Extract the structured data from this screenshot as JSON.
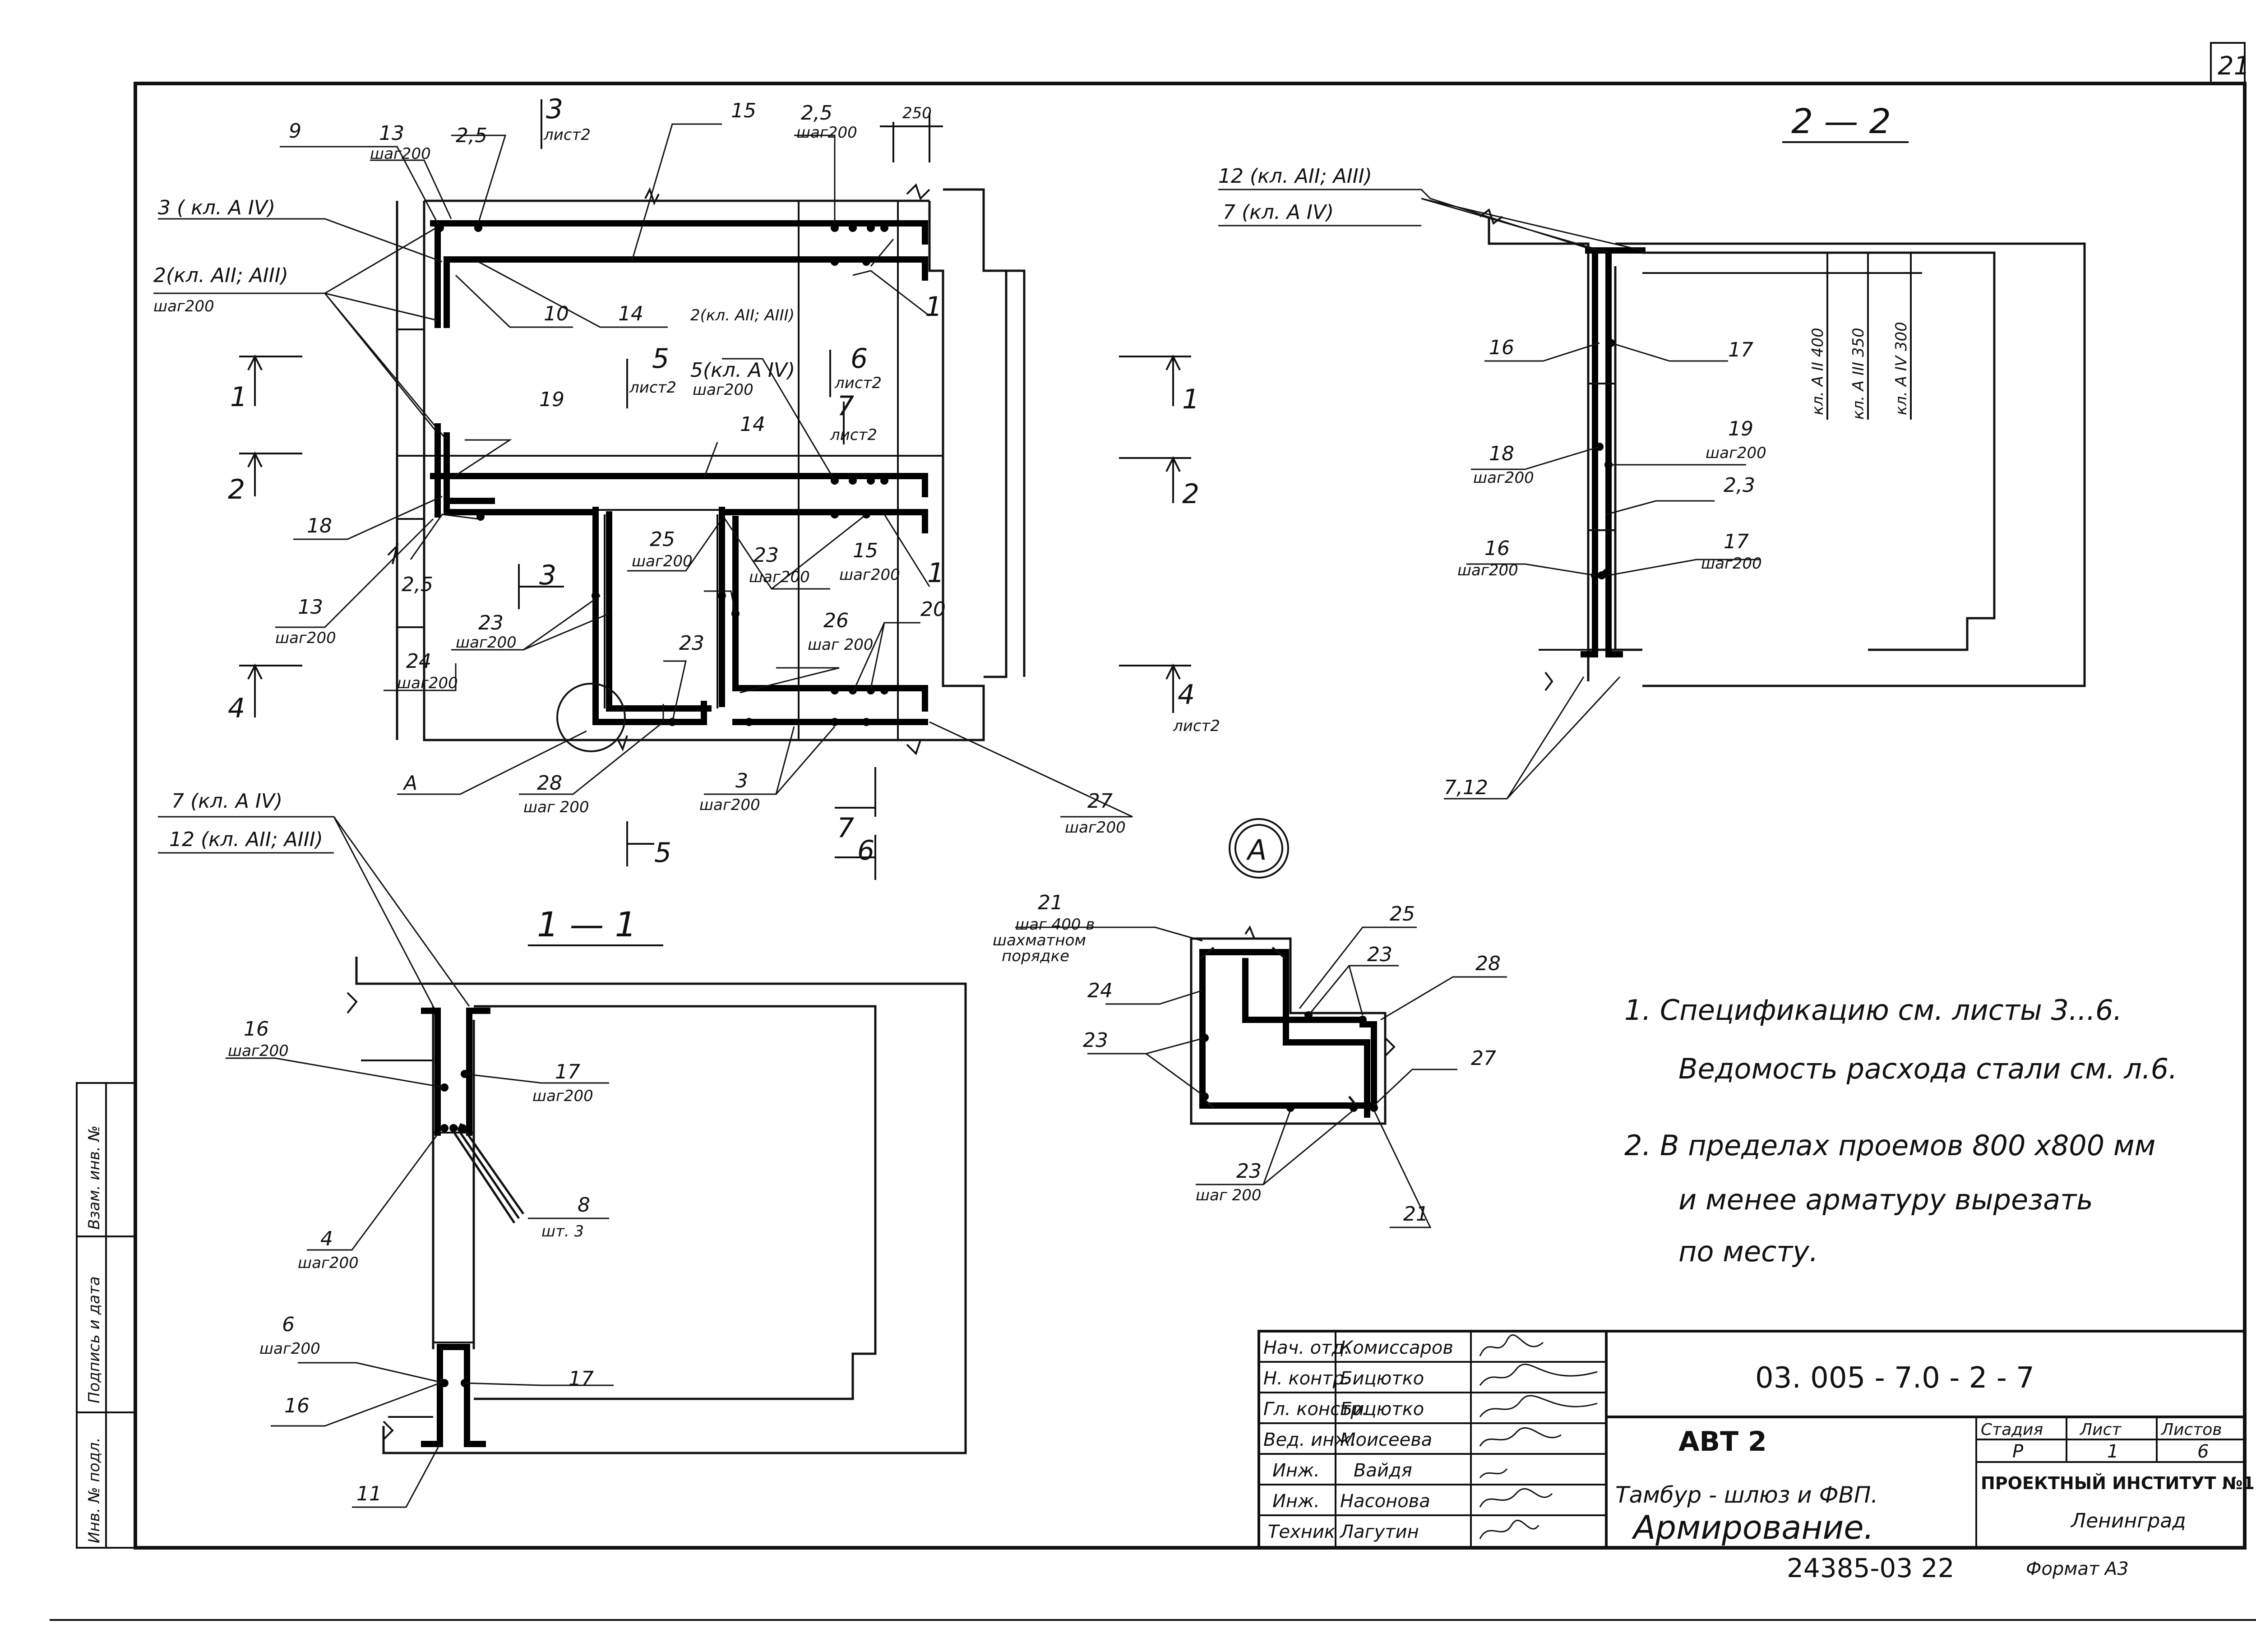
{
  "sheet": {
    "number": "21",
    "format": "Формат А3"
  },
  "section_titles": {
    "s11": "1 — 1",
    "s22": "2 — 2",
    "nodeA": "А"
  },
  "labels_plan": {
    "l9": "9",
    "l13a": "13",
    "l13a_s": "шаг200",
    "l25a": "2,5",
    "l3a": "3",
    "l3a_s": "лист2",
    "l15": "15",
    "l25b": "2,5",
    "l25b_s": "шаг200",
    "l250": "250",
    "l3kl": "3 ( кл. А IV)",
    "l2kl": "2(кл. АII; АIII)",
    "l2kl_s": "шаг200",
    "l10": "10",
    "l14a": "14",
    "l2kl2": "2(кл. АII; АIII)",
    "l1a": "1",
    "l5a": "5",
    "l5a_s": "лист2",
    "l5kl": "5(кл. А IV)",
    "l5kl_s": "шаг200",
    "l6a": "6",
    "l6a_s": "лист2",
    "l7a": "7",
    "l7a_s": "лист2",
    "l19": "19",
    "l14b": "14",
    "l18": "18",
    "l25c": "2,5",
    "l13b": "13",
    "l13b_s": "шаг200",
    "l3b": "3",
    "l25d": "25",
    "l25d_s": "шаг200",
    "l23a": "23",
    "l23a_s": "шаг200",
    "l15b": "15",
    "l15b_s": "шаг200",
    "l1b": "1",
    "l23b": "23",
    "l23b_s": "шаг200",
    "l26": "26",
    "l26_s": "шаг 200",
    "l20": "20",
    "l24": "24",
    "l24_s": "шаг200",
    "l23c": "23",
    "lA": "А",
    "l28": "28",
    "l28_s": "шаг 200",
    "l3c": "3",
    "l3c_s": "шаг200",
    "l27": "27",
    "l27_s": "шаг200",
    "l7b": "7",
    "l6b": "6",
    "l5b": "5",
    "l4s": "4",
    "l4s_s": "лист2",
    "c1l": "1",
    "c1r": "1",
    "c2l": "2",
    "c2r": "2",
    "c4l": "4"
  },
  "labels_s22": {
    "l12kl": "12 (кл. АII; АIII)",
    "l7kl": "7 (кл. А IV)",
    "d400": "кл. А II 400",
    "d350": "кл. А III 350",
    "d300": "кл. А IV 300",
    "l16a": "16",
    "l17a": "17",
    "l18": "18",
    "l18_s": "шаг200",
    "l19": "19",
    "l19_s": "шаг200",
    "l23": "2,3",
    "l16b": "16",
    "l16b_s": "шаг200",
    "l17b": "17",
    "l17b_s": "шаг200",
    "l712": "7,12"
  },
  "labels_s11": {
    "l7kl": "7 (кл. А IV)",
    "l12kl": "12 (кл. АII; АIII)",
    "l16": "16",
    "l16_s": "шаг200",
    "l17": "17",
    "l17_s": "шаг200",
    "l8": "8",
    "l8_s": "шт. 3",
    "l4": "4",
    "l4_s": "шаг200",
    "l6": "6",
    "l6_s": "шаг200",
    "l16b": "16",
    "l17b": "17",
    "l11": "11"
  },
  "labels_nodeA": {
    "l21a": "21",
    "l21a_s1": "шаг 400 в",
    "l21a_s2": "шахматном",
    "l21a_s3": "порядке",
    "l25": "25",
    "l23a": "23",
    "l28": "28",
    "l24": "24",
    "l23b": "23",
    "l27": "27",
    "l23c": "23",
    "l23c_s": "шаг 200",
    "l21b": "21"
  },
  "notes": [
    "1.  Спецификацию   см. листы 3...6.",
    "Ведомость расхода стали см. л.6.",
    "2.  В пределах проемов 800 х800 мм",
    "и менее арматуру вырезать",
    "по месту."
  ],
  "title_block": {
    "roles": [
      "Нач. отд.",
      "Н. контр.",
      "Гл. констр.",
      "Вед. инж.",
      "Инж.",
      "Инж.",
      "Техник"
    ],
    "names": [
      "Комиссаров",
      "Бицютко",
      "Бицютко",
      "Моисеева",
      "Вайдя",
      "Насонова",
      "Лагутин"
    ],
    "doc_code": "03. 005 - 7.0 - 2 - 7",
    "building": "АВТ 2",
    "title_line1": "Тамбур - шлюз и ФВП.",
    "title_line2": "Армирование.",
    "stage_h": "Стадия",
    "sheet_h": "Лист",
    "sheets_h": "Листов",
    "stage": "Р",
    "sheet": "1",
    "sheets": "6",
    "org1": "ПРОЕКТНЫЙ ИНСТИТУТ №1",
    "org2": "Ленинград"
  },
  "side_stamp": [
    "Инв. № подл.",
    "Подпись и дата",
    "Взам. инв. №"
  ],
  "bottom_code": "24385-03  22"
}
